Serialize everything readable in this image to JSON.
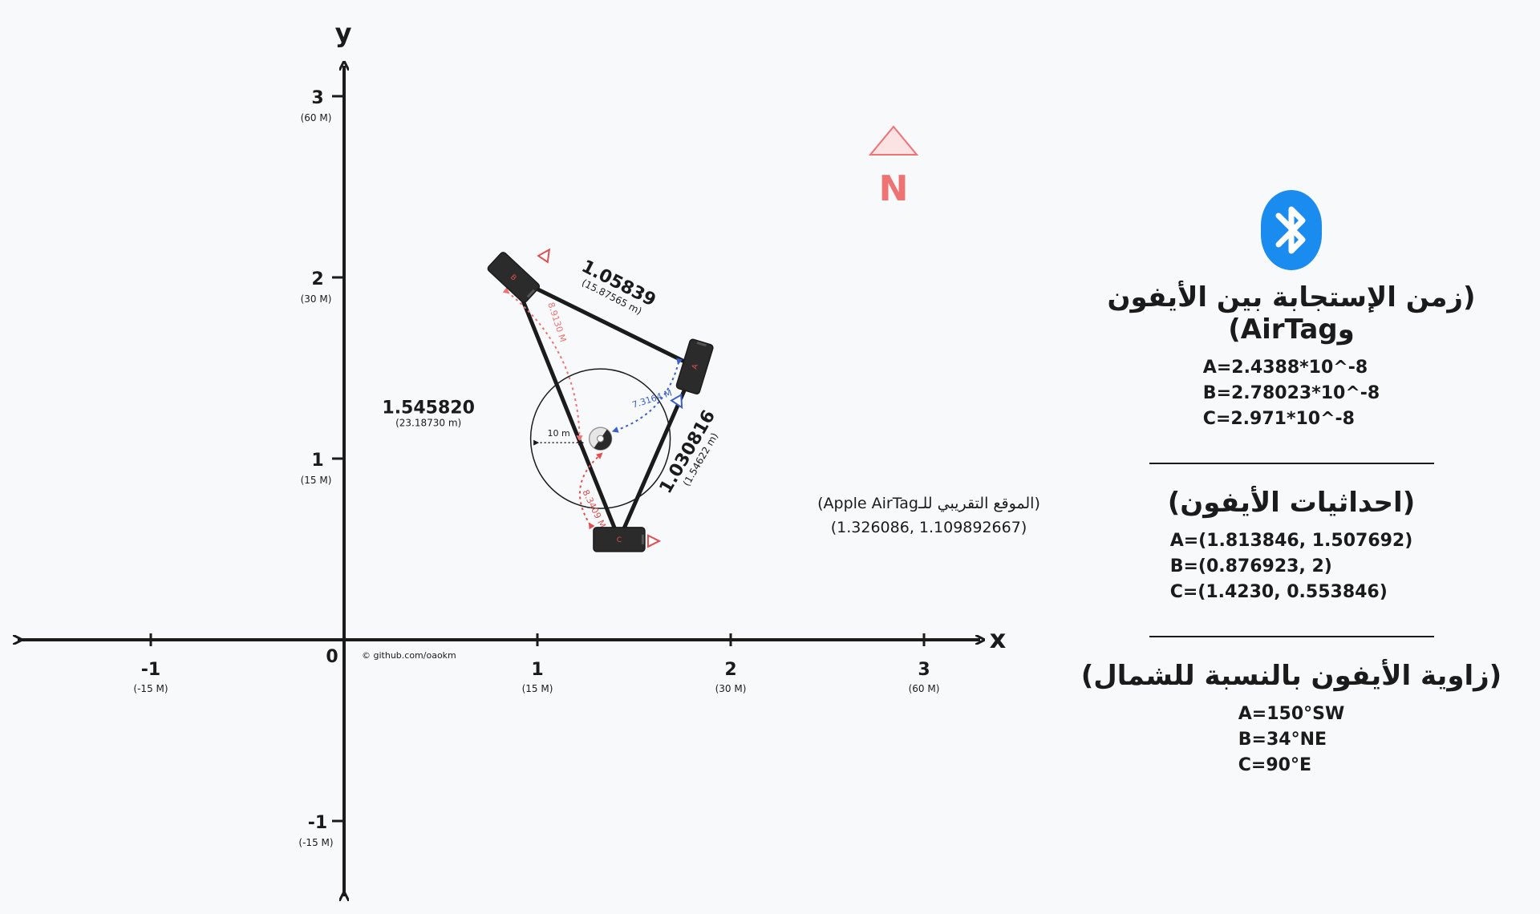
{
  "axes": {
    "x_label": "x",
    "y_label": "y",
    "origin_label": "0",
    "x_ticks": [
      {
        "value": -1,
        "label": "-1",
        "sub": "(-15 M)"
      },
      {
        "value": 1,
        "label": "1",
        "sub": "(15 M)"
      },
      {
        "value": 2,
        "label": "2",
        "sub": "(30 M)"
      },
      {
        "value": 3,
        "label": "3",
        "sub": "(60 M)"
      }
    ],
    "y_ticks": [
      {
        "value": 3,
        "label": "3",
        "sub": "(60 M)"
      },
      {
        "value": 2,
        "label": "2",
        "sub": "(30 M)"
      },
      {
        "value": 1,
        "label": "1",
        "sub": "(15 M)"
      },
      {
        "value": -1,
        "label": "-1",
        "sub": "(-15 M)"
      }
    ]
  },
  "credit": "© github.com/oaokm",
  "north": {
    "letter": "N"
  },
  "phones": [
    {
      "id": "A",
      "x": 1.813846,
      "y": 1.507692,
      "angle_deg": 150
    },
    {
      "id": "B",
      "x": 0.876923,
      "y": 2,
      "angle_deg": 34
    },
    {
      "id": "C",
      "x": 1.423,
      "y": 0.553846,
      "angle_deg": 90
    }
  ],
  "triangle_sides": {
    "AB": {
      "main": "1.05839",
      "sub": "(15.87565 m)"
    },
    "AC": {
      "main": "1.030816",
      "sub": "(1.54622 m)"
    },
    "BC": {
      "main": "1.545820",
      "sub": "(23.18730 m)"
    }
  },
  "circle_radius_label": "10 m",
  "phone_distances": {
    "A": "7.3164 M",
    "B": "8.9130 M",
    "C": "8.3409 M"
  },
  "airtag_estimate": {
    "label": "(الموقع التقريبي للـApple AirTag)",
    "coords": "(1.326086, 1.109892667)",
    "x": 1.326086,
    "y": 1.109892667
  },
  "colors": {
    "axis": "#1b1b1b",
    "red_accent": "#e05050",
    "light_red": "#ee7373",
    "blue_accent": "#3a5fcd",
    "bluetooth_blue": "#1a8cf0"
  },
  "panel": {
    "response_title": "(زمن الإستجابة بين الأيفون وAirTag)",
    "response_lines": [
      "A=2.4388*10^-8",
      "B=2.78023*10^-8",
      "C=2.971*10^-8"
    ],
    "coords_title": "(احداثيات الأيفون)",
    "coords_lines": [
      "A=(1.813846, 1.507692)",
      "B=(0.876923, 2)",
      "C=(1.4230, 0.553846)"
    ],
    "angle_title": "(زاوية الأيفون بالنسبة للشمال)",
    "angle_lines": [
      "A=150°SW",
      "B=34°NE",
      "C=90°E"
    ]
  }
}
